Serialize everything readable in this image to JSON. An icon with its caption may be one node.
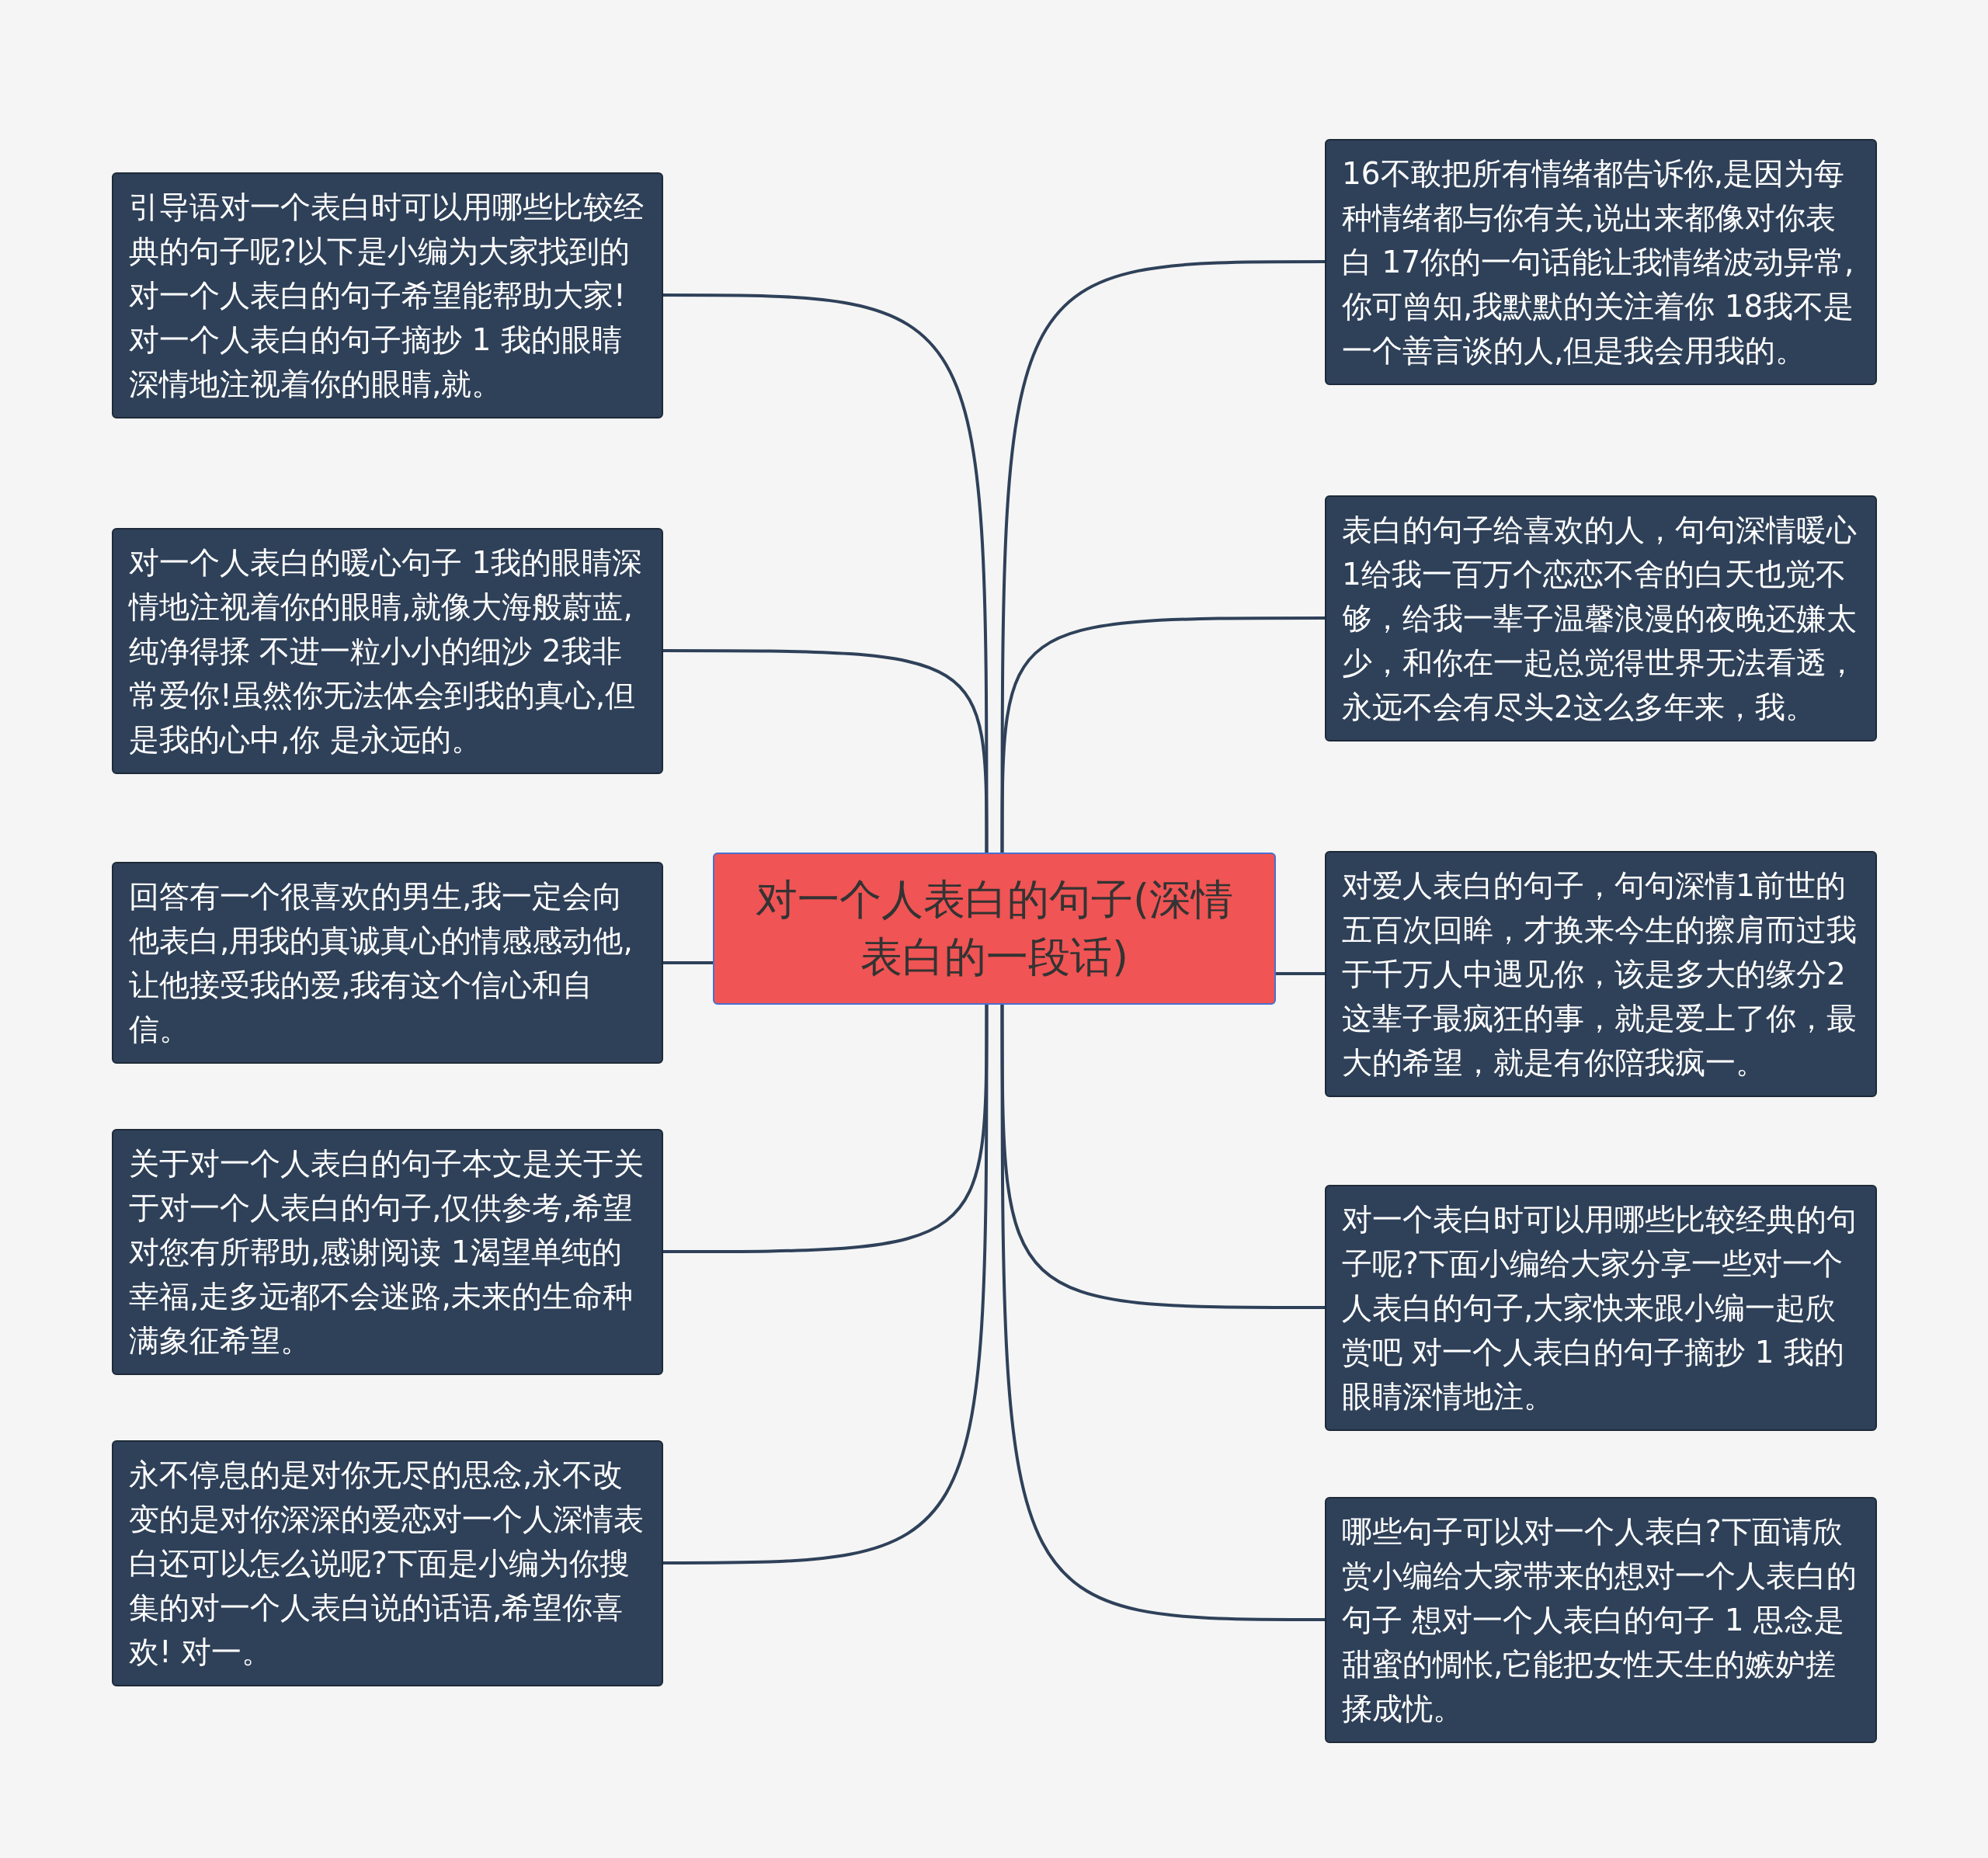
{
  "diagram": {
    "nodes": [
      {
        "text": [
          "对一个人表白的句子(深情表白的一段话)"
        ]
      },
      {
        "text": [
          "引导语对一个表白时可以用哪些比较经典的句子呢?以下是小编为大家找到的对一个人表白的句子希望能帮助大家! 对一个人表白的句子摘抄 1 我的眼睛深情地注视着你的眼睛,就。"
        ]
      },
      {
        "text": [
          "对一个人表白的暖心句子 1我的眼睛深情地注视着你的眼睛,就像大海般蔚蓝,纯净得揉 不进一粒小小的细沙 2我非常爱你!虽然你无法体会到我的真心,但是我的心中,你 是永远的。"
        ]
      },
      {
        "text": [
          "回答有一个很喜欢的男生,我一定会向他表白,用我的真诚真心的情感感动他,让他接受我的爱,我有这个信心和自信。"
        ]
      },
      {
        "text": [
          "关于对一个人表白的句子本文是关于关于对一个人表白的句子,仅供参考,希望对您有所帮助,感谢阅读 1渴望单纯的幸福,走多远都不会迷路,未来的生命种满象征希望。"
        ]
      },
      {
        "text": [
          "永不停息的是对你无尽的思念,永不改变的是对你深深的爱恋对一个人深情表白还可以怎么说呢?下面是小编为你搜集的对一个人表白说的话语,希望你喜欢! 对一。"
        ]
      },
      {
        "text": [
          "16不敢把所有情绪都告诉你,是因为每种情绪都与你有关,说出来都像对你表白 17你的一句话能让我情绪波动异常,你可曾知,我默默的关注着你 18我不是一个善言谈的人,但是我会用我的。"
        ]
      },
      {
        "text": [
          "表白的句子给喜欢的人，句句深情暖心1给我一百万个恋恋不舍的白天也觉不够，给我一辈子温馨浪漫的夜晚还嫌太少，和你在一起总觉得世界无法看透，永远不会有尽头2这么多年来，我。"
        ]
      },
      {
        "text": [
          "对爱人表白的句子，句句深情1前世的五百次回眸，才换来今生的擦肩而过我于千万人中遇见你，该是多大的缘分2这辈子最疯狂的事，就是爱上了你，最大的希望，就是有你陪我疯一。"
        ]
      },
      {
        "text": [
          "对一个表白时可以用哪些比较经典的句子呢?下面小编给大家分享一些对一个人表白的句子,大家快来跟小编一起欣赏吧 对一个人表白的句子摘抄 1 我的眼睛深情地注。"
        ]
      },
      {
        "text": [
          "哪些句子可以对一个人表白?下面请欣赏小编给大家带来的想对一个人表白的句子 想对一个人表白的句子 1 思念是甜蜜的惆怅,它能把女性天生的嫉妒搓揉成忧。"
        ]
      }
    ],
    "edges": [
      {
        "from": 0,
        "to": 1,
        "arrow": "none"
      },
      {
        "from": 0,
        "to": 2,
        "arrow": "none"
      },
      {
        "from": 0,
        "to": 3,
        "arrow": "none"
      },
      {
        "from": 0,
        "to": 4,
        "arrow": "none"
      },
      {
        "from": 0,
        "to": 5,
        "arrow": "none"
      },
      {
        "from": 0,
        "to": 6,
        "arrow": "none"
      },
      {
        "from": 0,
        "to": 7,
        "arrow": "none"
      },
      {
        "from": 0,
        "to": 8,
        "arrow": "none"
      },
      {
        "from": 0,
        "to": 9,
        "arrow": "none"
      },
      {
        "from": 0,
        "to": 10,
        "arrow": "none"
      }
    ]
  }
}
